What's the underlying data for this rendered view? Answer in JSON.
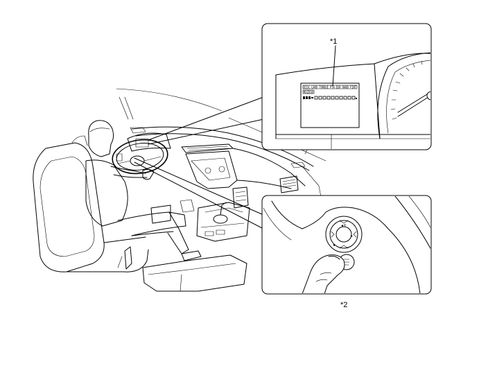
{
  "callouts": {
    "label_1": "*1",
    "label_2": "*2"
  },
  "display_screen": {
    "line_1": "DISC CARD TORQUE PTA EGR RAND FINT",
    "line_2": "RDZDSD"
  }
}
